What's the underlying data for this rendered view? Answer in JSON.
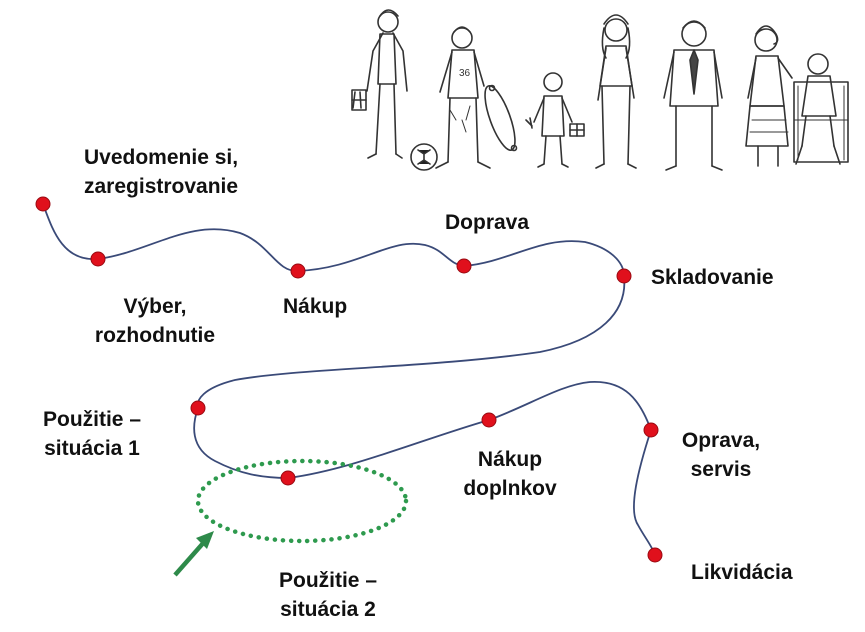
{
  "illustration": {
    "people": [
      "woman-with-bag",
      "teen-boy-with-skateboard-and-ball",
      "child-with-gift",
      "young-woman",
      "man-with-tie",
      "elderly-woman",
      "elderly-man-in-chair"
    ]
  },
  "stages": {
    "uvedomenie": {
      "line1": "Uvedomenie si,",
      "line2": "zaregistrovanie"
    },
    "vyber": {
      "line1": "Výber,",
      "line2": "rozhodnutie"
    },
    "nakup": {
      "line1": "Nákup"
    },
    "doprava": {
      "line1": "Doprava"
    },
    "skladovanie": {
      "line1": "Skladovanie"
    },
    "pouzitie1": {
      "line1": "Použitie –",
      "line2": "situácia 1"
    },
    "pouzitie2": {
      "line1": "Použitie –",
      "line2": "situácia 2"
    },
    "nakup_doplnkov": {
      "line1": "Nákup",
      "line2": "doplnkov"
    },
    "oprava": {
      "line1": "Oprava,",
      "line2": "servis"
    },
    "likvidacia": {
      "line1": "Likvidácia"
    }
  },
  "colors": {
    "path": "#3a4a78",
    "node": "#e0101c",
    "node_stroke": "#9a0a12",
    "highlight": "#2e9a4e",
    "arrow": "#2e8a4a"
  }
}
